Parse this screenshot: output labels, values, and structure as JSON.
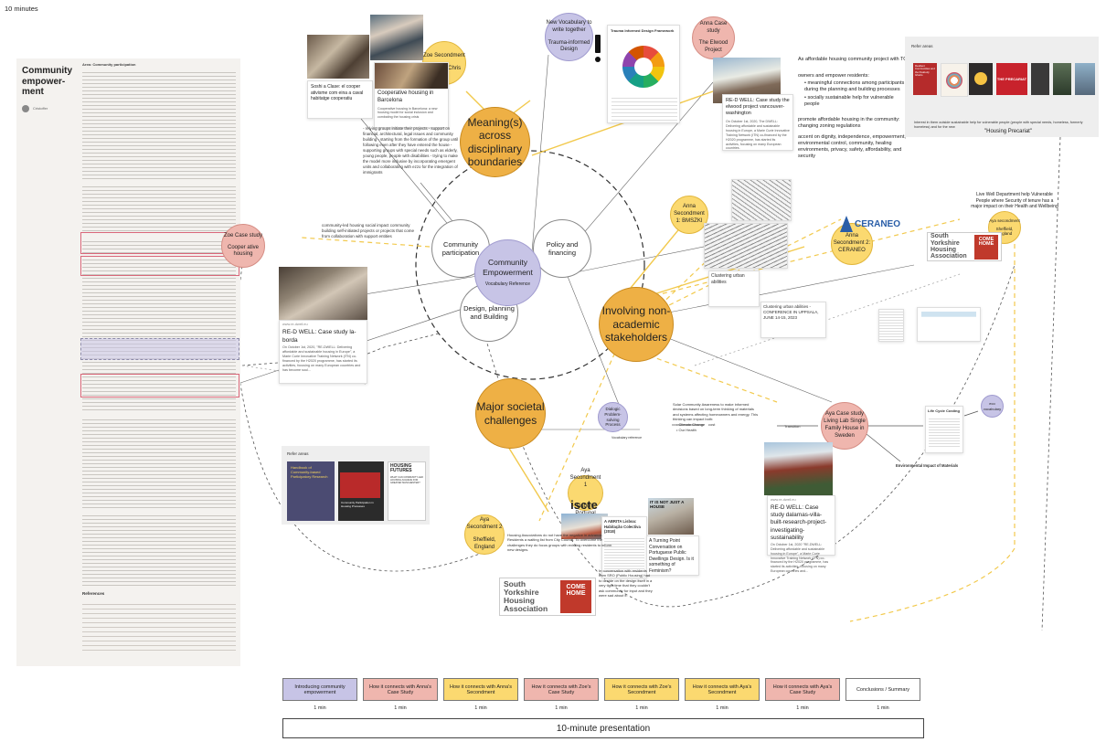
{
  "header": {
    "time": "10 minutes"
  },
  "doc": {
    "title": "Community empower-ment",
    "author": "Cristoffer",
    "heading": "Area: Community participation",
    "references": "References"
  },
  "circles": {
    "meaning": "Meaning(s) across disciplinary boundaries",
    "involving": "Involving non-academic stakeholders",
    "major": "Major societal challenges",
    "center": "Community Empowerment",
    "center_sub": "Vocabulary Reference",
    "participation": "Community participation",
    "policy": "Policy and financing",
    "design": "Design, planning and Building",
    "zoe_sec": "Zoe Secondment",
    "zoe_sec_sub": "Santé a Chris",
    "zoe_case": "Zoe Case study",
    "zoe_case_sub": "Cooper ative housing",
    "anna_case": "Anna Case study",
    "anna_case_sub": "The Elwood Project",
    "anna_sec1": "Anna Secondment 1: BMSZKI",
    "anna_sec2": "Anna Secondment 2: CERANEO",
    "aya_sec1": "Aya Secondment 1",
    "aya_sec1_sub": "Lisbon, Portugal",
    "aya_sec2": "Aya Secondment 2",
    "aya_sec2_sub": "Sheffield, England",
    "aya_case": "Aya Case study Living Lab Single Family House in Sweden",
    "aya_sec_right": "Aya secondment",
    "aya_sec_right_sub": "Sheffield, England",
    "vocab": "New Vocabulary to write together",
    "vocab_sub": "Trauma-informed Design",
    "dialog": "Dialogic Problem-solving Process",
    "eco": "eco vocabulary"
  },
  "texts": {
    "zoe_notes": "- relying groups initiate their projects - support on financial, architectural, legal issues and community building - starting from the formation of the group until following even after they have entered the house - supporting groups with special needs such as elderly, young people, people with disabilities - trying to make the model more inclusive by incorporating emergent units and collaborating with ezzo for the integration of immigrants",
    "zoe_case_notes": "community-led housing social impact community building self-initiated projects or projects that come from collaboration with support entities",
    "anna_notes_title": "As affordable housing community project with TO",
    "anna_notes_1": "owners and empower residents:",
    "anna_notes_2": "meaningful connections among participants during the planning and building processes",
    "anna_notes_3": "socially sustainable help for vulnerable people",
    "anna_notes_4": "promote affordable housing in the community: changing zoning regulations",
    "anna_notes_5": "accent on dignity, independence, empowerment, environmental control, community, healing environments, privacy, safety, affordability, and security",
    "refer_right": "Refer areas",
    "housing_precariat": "\"Housing Precariat\"",
    "precariat_note": "Interest in them outside sustainable help for vulnerable people (people with special needs, homeless, formerly homeless) and for the new",
    "live_well": "Live Well Department help Vulnerable People where Security of tenure has a major impact on their Health and Wellbeing",
    "solar": "Solar Community Awareness to make informed decisions based on long-term thinking of materials and systems affecting homeowners and energy. This thinking can impact both:",
    "solar_1": "Climate Change",
    "solar_2": "Our Health",
    "transition": "Transition",
    "lcc": "Life Cycle Costing",
    "env_impact": "Environmental Impact of Materials",
    "aya_notes": "Housing Associations do not have the negative in advance. Residents a waiting list from City Council. To overcome the challenges they do focus groups with existing residents to inform new designs.",
    "aya_notes2": "In conversation with residents from SRO (Public Housing) had to decide on the design itself in a very tight time that they couldn't ask community for input and they were sad about it.",
    "refer_left": "Refer areas",
    "vocab_ref_small": "Vocabulary reference",
    "trauma_title": "Trauma Informed Design Framework",
    "ceraneo": "CERANEO",
    "clustering": "Clustering urban abilities - CONFERENCE IN UPPSALA, JUNE 14-15, 2023",
    "clustering2": "Clustering urban abilities",
    "cost": "cost"
  },
  "cards": {
    "zoe_title": "Cooperative housing in Barcelona",
    "zoe_text": "Cooperative housing in Barcelona: a new housing model for social inclusion and combating the housing crisis",
    "zoe_small": "Soshi a Clase: el cooper ativisme com eina a caval habitatge cooperatiu",
    "anna_title": "RE-D WELL: Case study the elwood project vancouver-washington",
    "anna_text": "On October 1st, 2020, The DWELL: Delivering affordable and sustainable housing in Europe, a Marie Curie Innovative Training Network (ITN) co-financed by the H2020 programme, has started its activities, focusing on many European countries.",
    "zoe_case_title": "RE-D WELL: Case study la-borda",
    "zoe_case_text": "On October 1st, 2020, \"RE-DWELL: Delivering affordable and sustainable housing in Europe\", a Marie Curie Innovative Training Network (ITN) co-financed by the H2020 programme, has started its activities, focusing on many European countries and has become soul...",
    "aya_case_title": "RE-D WELL: Case study dalarnas-villa-built-research-project-investigating-sustainability",
    "aya_case_text": "On October 1st, 2020 \"RE-DWELL: Delivering affordable and sustainable housing in Europe\", a Marie Curie Innovative Training Network (ITN) co-financed by the H2020 programme, has started its activities, focusing on many European countries and...",
    "lisbon_title": "A ABRITA Lisboa: Habitação Colectiva (2018)",
    "turning_title": "A Turning Point Conversation on Portuguese Public Dwellings Design. Is it something of Feminism?",
    "not_just": "IT IS NOT JUST A HOUSE",
    "redwell_src": "www.re-dwell.eu",
    "ceraneo_small": "Clustering urban abilities"
  },
  "books": {
    "left_1": "Handbook of Community-based Participatory Research",
    "left_2": "Community Participation in Housing Processes",
    "left_3": "HOUSING FUTURES",
    "left_3_sub": "WHAT CAN COMMUNITY-LED HOUSING ACHIEVE FOR GREATER MANCHESTER?",
    "right_1": "Resilient Communities and the Peabody Ghetto",
    "right_4": "THE PRECARIAT"
  },
  "yha": {
    "name": "South Yorkshire Housing Association",
    "come": "COME",
    "home": "HOME"
  },
  "logos": {
    "iscte": "iscte"
  },
  "timeline": [
    {
      "label": "Introducing community empowerment",
      "time": "1 min"
    },
    {
      "label": "How it connects with Anna's Case Study",
      "time": "1 min"
    },
    {
      "label": "How it connects with Anna's Secondment",
      "time": "1 min"
    },
    {
      "label": "How it connects with Zoe's Case Study",
      "time": "1 min"
    },
    {
      "label": "How it connects with Zoe's Secondment",
      "time": "1 min"
    },
    {
      "label": "How it connects with Aya's Secondment",
      "time": "1 min"
    },
    {
      "label": "How it connects with Aya's Case Study",
      "time": "1 min"
    },
    {
      "label": "Conclusions / Summary",
      "time": "1 min"
    }
  ],
  "timeline_colors": [
    "#c7c4e6",
    "#efb6ae",
    "#fbd970",
    "#efb6ae",
    "#fbd970",
    "#fbd970",
    "#efb6ae",
    "#ffffff"
  ],
  "footer": "10-minute presentation"
}
